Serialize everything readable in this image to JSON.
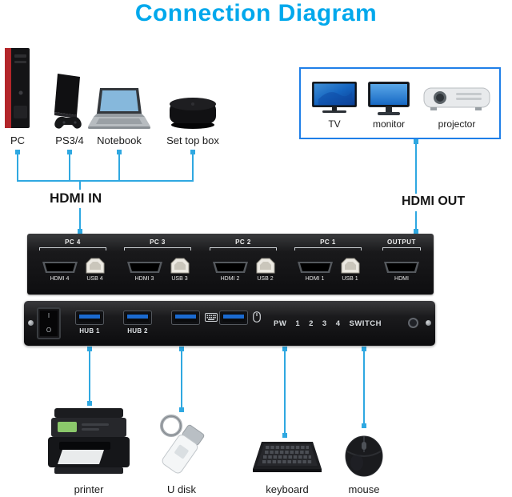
{
  "title": "Connection Diagram",
  "colors": {
    "title_accent": "#00a8ec",
    "connection_line": "#2fa8e1",
    "display_box_border": "#1f7fe8",
    "panel_black": "#141416",
    "usb3_blue": "#1b6ad0"
  },
  "labels": {
    "hdmi_in": "HDMI IN",
    "hdmi_out": "HDMI OUT"
  },
  "sources": [
    {
      "label": "PC",
      "icon": "pc-tower-icon"
    },
    {
      "label": "PS3/4",
      "icon": "game-console-icon"
    },
    {
      "label": "Notebook",
      "icon": "laptop-icon"
    },
    {
      "label": "Set top box",
      "icon": "set-top-box-icon"
    }
  ],
  "displays": [
    {
      "label": "TV",
      "icon": "tv-icon"
    },
    {
      "label": "monitor",
      "icon": "monitor-icon"
    },
    {
      "label": "projector",
      "icon": "projector-icon"
    }
  ],
  "back_panel": {
    "groups": [
      {
        "pc": "PC 4",
        "hdmi": "HDMI 4",
        "usb": "USB 4"
      },
      {
        "pc": "PC 3",
        "hdmi": "HDMI 3",
        "usb": "USB 3"
      },
      {
        "pc": "PC 2",
        "hdmi": "HDMI 2",
        "usb": "USB 2"
      },
      {
        "pc": "PC 1",
        "hdmi": "HDMI 1",
        "usb": "USB 1"
      }
    ],
    "output_label": "OUTPUT",
    "output_port_label": "HDMI"
  },
  "front_panel": {
    "power_on_mark": "I",
    "power_off_mark": "O",
    "hub1": "HUB 1",
    "hub2": "HUB 2",
    "pw_label": "PW",
    "led_numbers": [
      "1",
      "2",
      "3",
      "4"
    ],
    "switch_label": "SWITCH",
    "port3_icon": "keyboard-icon",
    "port4_icon": "mouse-icon"
  },
  "peripherals": [
    {
      "label": "printer",
      "icon": "printer-icon"
    },
    {
      "label": "U disk",
      "icon": "usb-flash-drive-icon"
    },
    {
      "label": "keyboard",
      "icon": "keyboard-icon"
    },
    {
      "label": "mouse",
      "icon": "mouse-icon"
    }
  ]
}
